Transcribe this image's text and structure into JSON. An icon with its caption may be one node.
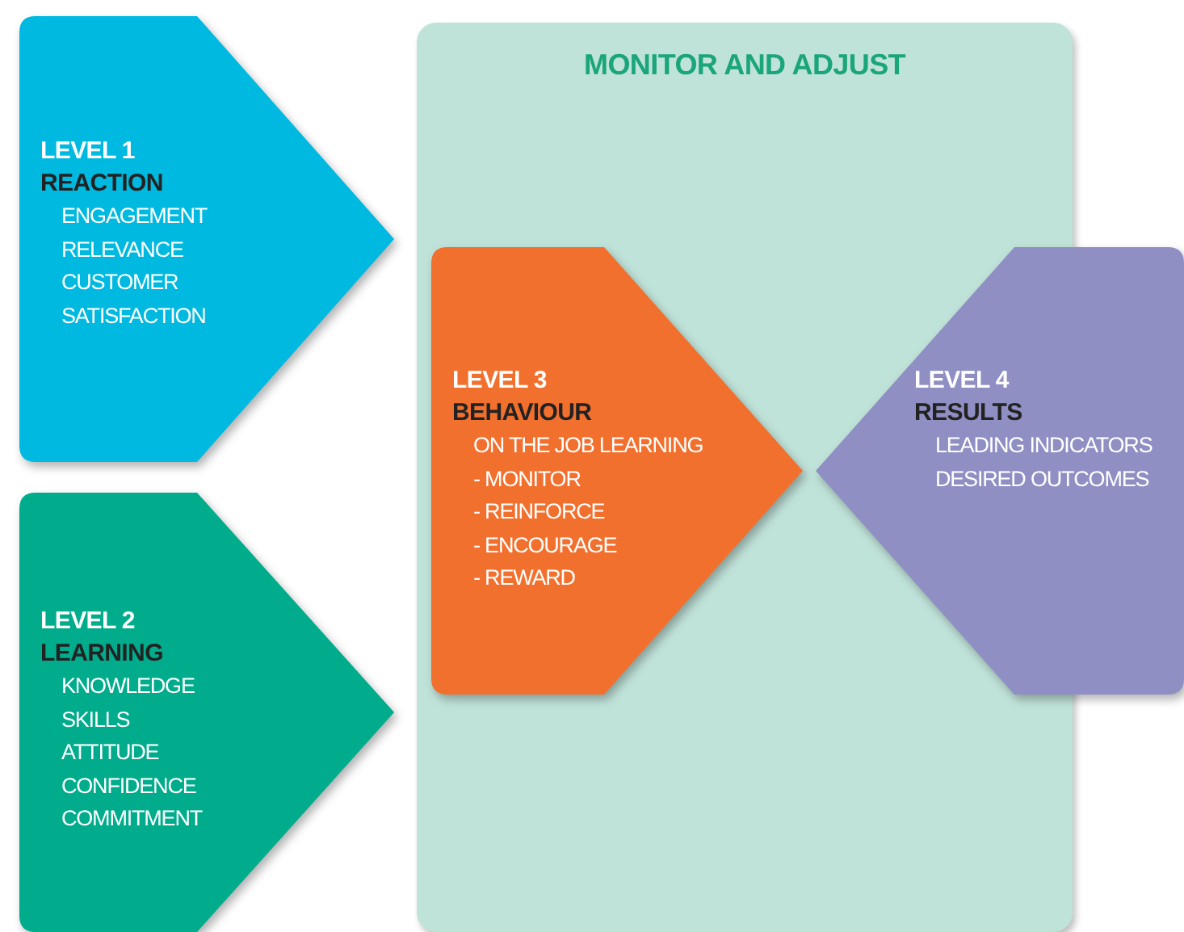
{
  "diagram": {
    "nodes": [
      {
        "text": [
          "LEVEL 1",
          "REACTION",
          "ENGAGEMENT",
          "RELEVANCE",
          "CUSTOMER SATISFACTION"
        ]
      },
      {
        "text": [
          "LEVEL 2",
          "LEARNING",
          "KNOWLEDGE",
          "SKILLS",
          "ATTITUDE",
          "CONFIDENCE",
          "COMMITMENT"
        ]
      },
      {
        "text": [
          "MONITOR AND ADJUST"
        ]
      },
      {
        "text": [
          "LEVEL 3",
          "BEHAVIOUR",
          "ON THE JOB LEARNING",
          "- MONITOR",
          "- REINFORCE",
          "- ENCOURAGE",
          "- REWARD"
        ],
        "in": 2
      },
      {
        "text": [
          "LEVEL 4",
          "RESULTS",
          "LEADING INDICATORS",
          "DESIRED OUTCOMES"
        ]
      }
    ]
  }
}
